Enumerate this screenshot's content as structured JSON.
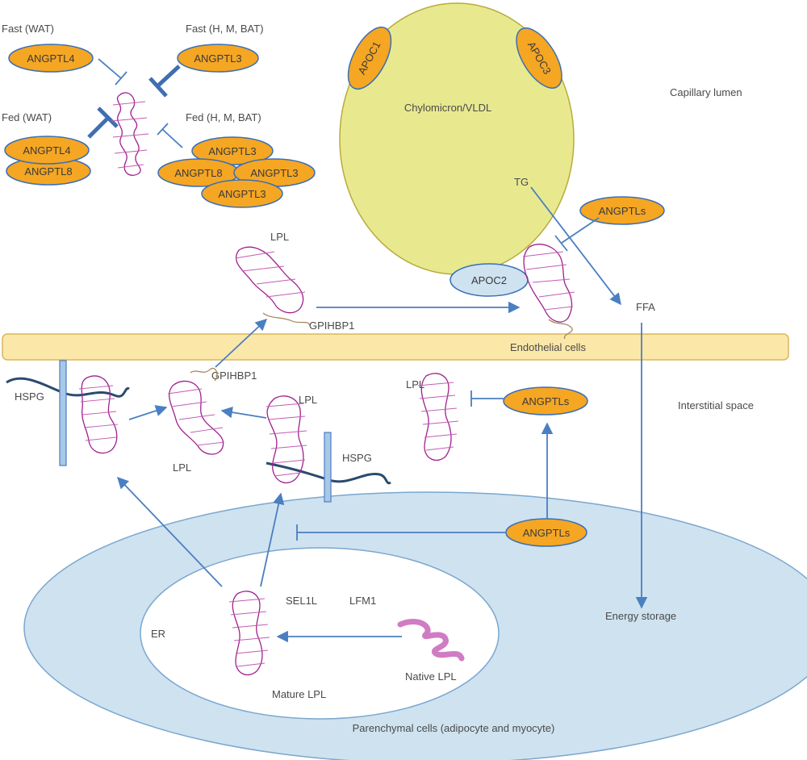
{
  "labels": {
    "fast_wat": "Fast (WAT)",
    "fast_hmbat": "Fast (H, M, BAT)",
    "fed_wat": "Fed (WAT)",
    "fed_hmbat": "Fed (H, M, BAT)",
    "chylomicron": "Chylomicron/VLDL",
    "capillary_lumen": "Capillary lumen",
    "tg": "TG",
    "lpl_top": "LPL",
    "gpihbp1_top": "GPIHBP1",
    "ffa": "FFA",
    "endothelial": "Endothelial cells",
    "hspg_left": "HSPG",
    "gpihbp1_mid": "GPIHBP1",
    "lpl_mid_left": "LPL",
    "lpl_mid": "LPL",
    "hspg_right": "HSPG",
    "lpl_right": "LPL",
    "interstitial": "Interstitial space",
    "sel1l": "SEL1L",
    "lfm1": "LFM1",
    "er": "ER",
    "mature_lpl": "Mature LPL",
    "native_lpl": "Native LPL",
    "energy_storage": "Energy storage",
    "parenchymal": "Parenchymal cells (adipocyte and myocyte)"
  },
  "ovals": {
    "fast_wat_angptl4": "ANGPTL4",
    "fast_hmbat_angptl3": "ANGPTL3",
    "fed_wat_angptl4": "ANGPTL4",
    "fed_wat_angptl8": "ANGPTL8",
    "fed_hmbat_angptl3_top": "ANGPTL3",
    "fed_hmbat_angptl8": "ANGPTL8",
    "fed_hmbat_angptl3_right": "ANGPTL3",
    "fed_hmbat_angptl3_bottom": "ANGPTL3",
    "apoc1": "APOC1",
    "apoc3": "APOC3",
    "apoc2": "APOC2",
    "angptls_capillary": "ANGPTLs",
    "angptls_interstitial": "ANGPTLs",
    "angptls_parenchymal": "ANGPTLs"
  },
  "colors": {
    "angptl_fill": "#f5a623",
    "angptl_stroke": "#3a6fb5",
    "chylomicron_fill": "#e8e98f",
    "chylomicron_stroke": "#b8ab3c",
    "endothelium_fill": "#fbe7a8",
    "endothelium_stroke": "#d9b75a",
    "parenchymal_fill": "#cfe2f0",
    "parenchymal_stroke": "#7aa7cf",
    "er_fill": "#ffffff",
    "apoc2_fill": "#cfe2f0",
    "arrow": "#4a7fc1",
    "lpl_protein": "#a0208e",
    "hspg_bar_fill": "#a9c8e8",
    "hspg_chain": "#2a4a70",
    "native_lpl": "#d07cc4"
  }
}
